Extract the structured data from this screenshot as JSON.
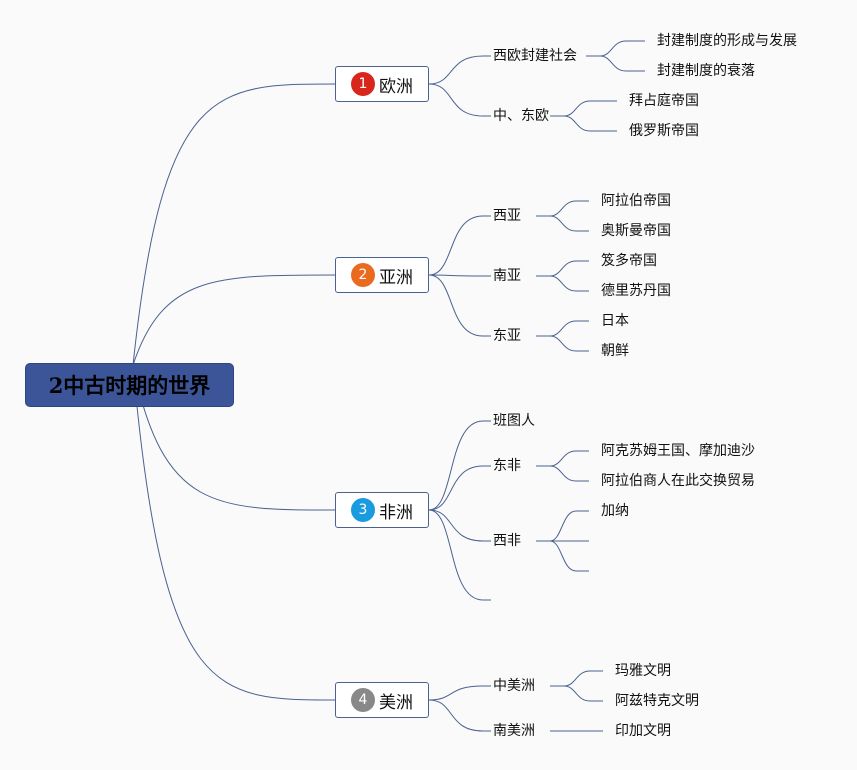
{
  "root": {
    "title": "2中古时期的世界"
  },
  "colors": {
    "line": "#4b6190",
    "root_fill": "#3b5598",
    "badge1": "#d9261c",
    "badge2": "#ea6a1f",
    "badge3": "#1a9be0",
    "badge4": "#888888"
  },
  "branches": [
    {
      "num": "1",
      "label": "欧洲",
      "children": [
        {
          "label": "西欧封建社会",
          "children": [
            "封建制度的形成与发展",
            "封建制度的衰落"
          ]
        },
        {
          "label": "中、东欧",
          "children": [
            "拜占庭帝国",
            "俄罗斯帝国"
          ]
        }
      ]
    },
    {
      "num": "2",
      "label": "亚洲",
      "children": [
        {
          "label": "西亚",
          "children": [
            "阿拉伯帝国",
            "奥斯曼帝国"
          ]
        },
        {
          "label": "南亚",
          "children": [
            "笈多帝国",
            "德里苏丹国"
          ]
        },
        {
          "label": "东亚",
          "children": [
            "日本",
            "朝鲜"
          ]
        }
      ]
    },
    {
      "num": "3",
      "label": "非洲",
      "children": [
        {
          "label": "班图人",
          "children": []
        },
        {
          "label": "东非",
          "children": [
            "阿克苏姆王国、摩加迪沙",
            "阿拉伯商人在此交换贸易"
          ]
        },
        {
          "label": "西非",
          "children": [
            "加纳",
            "",
            ""
          ]
        },
        {
          "label": "",
          "children": []
        }
      ]
    },
    {
      "num": "4",
      "label": "美洲",
      "children": [
        {
          "label": "中美洲",
          "children": [
            "玛雅文明",
            "阿兹特克文明"
          ]
        },
        {
          "label": "南美洲",
          "children": [
            "印加文明"
          ]
        }
      ]
    }
  ]
}
